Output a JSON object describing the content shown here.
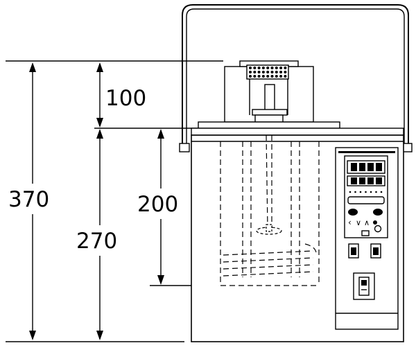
{
  "dimensions": {
    "overall_height": "370",
    "lid_height": "100",
    "bath_height": "270",
    "immersion_depth": "200"
  },
  "colors": {
    "line": "#000000",
    "background": "#ffffff"
  }
}
